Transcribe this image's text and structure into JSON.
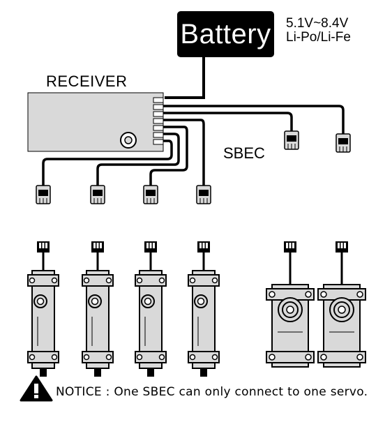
{
  "battery": {
    "label": "Battery",
    "voltage": "5.1V~8.4V",
    "chemistry": "Li-Po/Li-Fe"
  },
  "receiver": {
    "label": "RECEIVER"
  },
  "sbec": {
    "label": "SBEC"
  },
  "notice": {
    "text": "NOTICE : One SBEC can only connect to one servo.",
    "icon": "warning-triangle-icon"
  },
  "colors": {
    "device_fill": "#d9d9d9",
    "wire": "#000000",
    "background": "#ffffff"
  }
}
